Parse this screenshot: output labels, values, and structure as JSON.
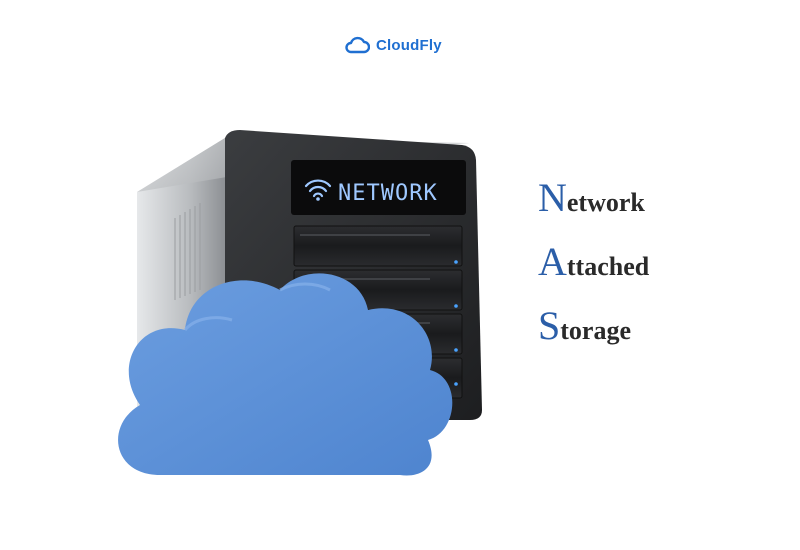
{
  "brand": {
    "name": "CloudFly",
    "color": "#1f6fd1",
    "icon": "cloud-icon"
  },
  "device": {
    "display_text": "NETWORK",
    "display_icon": "wifi-icon",
    "display_color": "#9fc8ff",
    "bay_count": 4
  },
  "cloud": {
    "color": "#5b8fd6",
    "icon": "cloud-illustration"
  },
  "acronym": {
    "initial_color": "#2b5ea8",
    "lines": [
      {
        "initial": "N",
        "rest": "etwork"
      },
      {
        "initial": "A",
        "rest": "ttached"
      },
      {
        "initial": "S",
        "rest": "torage"
      }
    ]
  }
}
